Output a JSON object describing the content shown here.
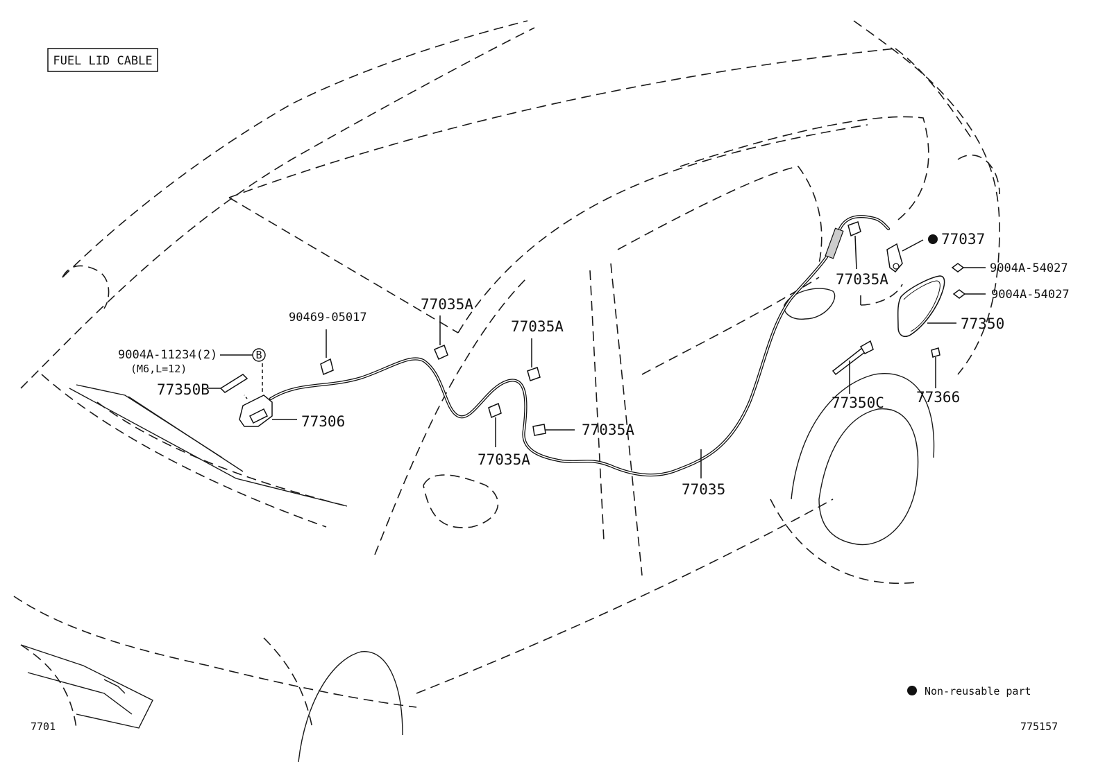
{
  "title": "FUEL LID CABLE",
  "labels": {
    "p90469": "90469-05017",
    "p9004a_11234": "9004A-11234(2)",
    "p9004a_11234_spec": "(M6,L=12)",
    "circle_b": "B",
    "p77350b": "77350B",
    "p77306": "77306",
    "p77035a_1": "77035A",
    "p77035a_2": "77035A",
    "p77035a_3": "77035A",
    "p77035a_4": "77035A",
    "p77035a_5": "77035A",
    "p77035": "77035",
    "p77037": "77037",
    "p9004a_54027_1": "9004A-54027",
    "p9004a_54027_2": "9004A-54027",
    "p77350": "77350",
    "p77350c": "77350C",
    "p77366": "77366"
  },
  "legend": {
    "text": "Non-reusable part"
  },
  "footer": {
    "left_code": "7701",
    "right_code": "775157"
  }
}
